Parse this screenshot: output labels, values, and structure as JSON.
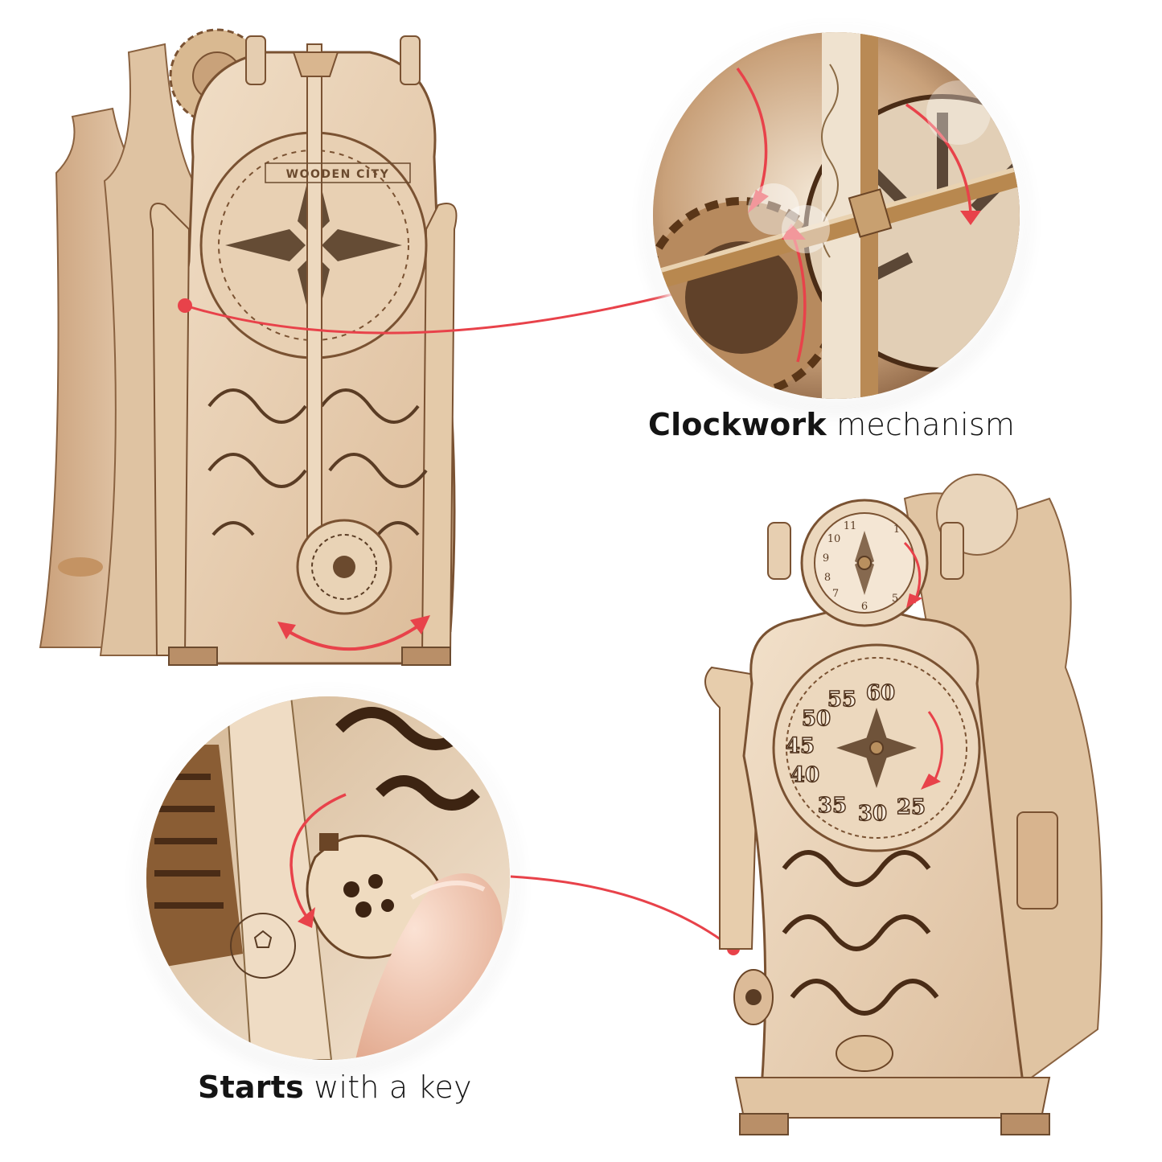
{
  "product": {
    "type": "Wooden mechanical pendulum clock kit",
    "engraved_brand": "WOODEN CITY"
  },
  "callouts": [
    {
      "id": "clockwork",
      "caption_bold": "Clockwork",
      "caption_regular": "mechanism",
      "description": "Close-up of gears and cross bars with rotation arrows"
    },
    {
      "id": "key",
      "caption_bold": "Starts",
      "caption_regular": "with a key",
      "description": "Fingers turning the wooden winding key"
    }
  ],
  "clock_front": {
    "small_dial_numbers": [
      "11",
      "1",
      "10",
      "9",
      "8",
      "7",
      "6",
      "5"
    ],
    "large_dial_numbers": [
      "60",
      "55",
      "50",
      "45",
      "40",
      "35",
      "30",
      "25"
    ]
  },
  "colors": {
    "accent_red": "#e8424a",
    "caption_text": "#141414",
    "wood_light": "#ecd6bd",
    "wood_mid": "#d8b48e",
    "wood_dark": "#7a5232",
    "background": "#ffffff"
  }
}
